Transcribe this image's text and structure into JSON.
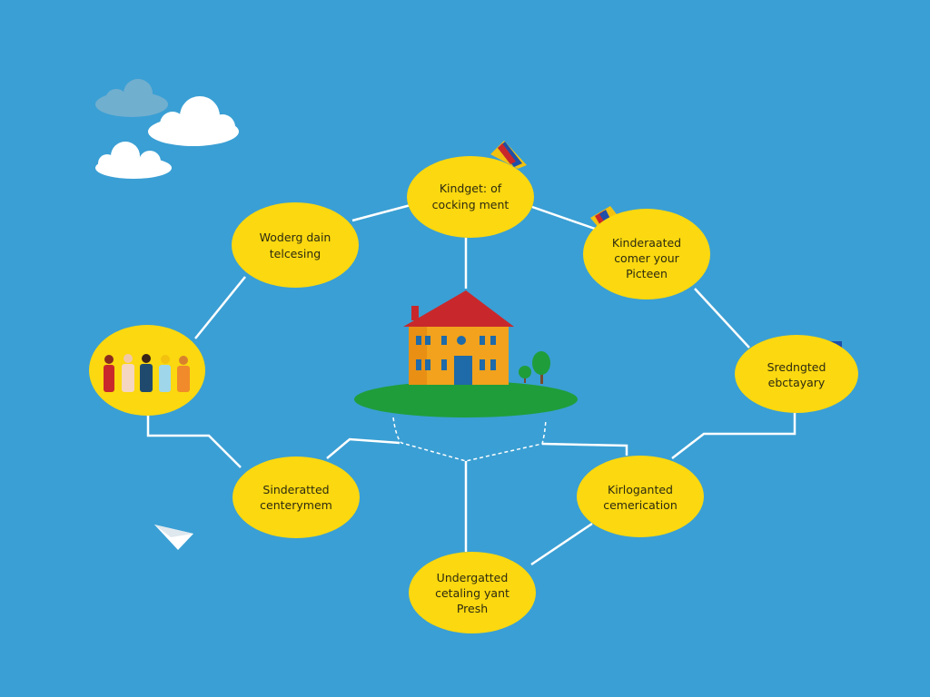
{
  "colors": {
    "background": "#3a9fd4",
    "node": "#fbd80f",
    "line": "#ffffff",
    "grass": "#1f9d3a",
    "house": "#f2a21c",
    "roof": "#c8282c"
  },
  "nodes": {
    "top": {
      "lines": [
        "Kindget: of",
        "cocking ment"
      ]
    },
    "upper_left": {
      "lines": [
        "Woderg dain",
        "telcesing"
      ]
    },
    "upper_right": {
      "lines": [
        "Kinderaated",
        "comer your",
        "Picteen"
      ]
    },
    "left": {
      "icon": "people-group-icon"
    },
    "right": {
      "lines": [
        "Sredngted",
        "ebctayary"
      ]
    },
    "lower_left": {
      "lines": [
        "Sinderatted",
        "centerymem"
      ]
    },
    "lower_right": {
      "lines": [
        "Kirloganted",
        "cemerication"
      ]
    },
    "bottom": {
      "lines": [
        "Undergatted",
        "cetaling yant",
        "Presh"
      ]
    }
  }
}
